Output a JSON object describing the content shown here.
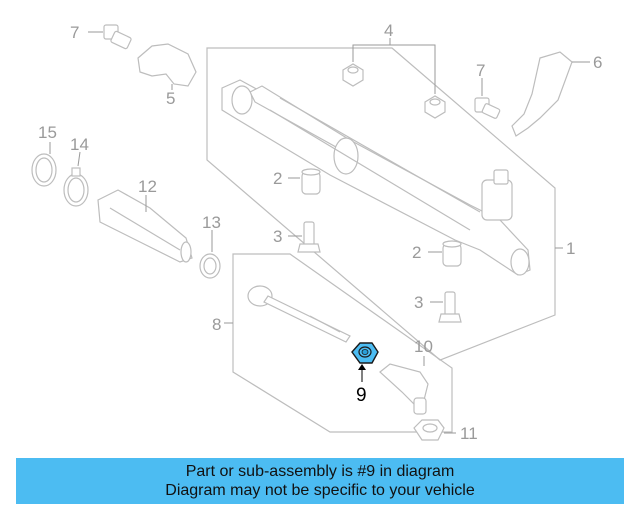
{
  "callouts": {
    "c1": "1",
    "c2a": "2",
    "c2b": "2",
    "c3a": "3",
    "c3b": "3",
    "c4": "4",
    "c5": "5",
    "c6": "6",
    "c7a": "7",
    "c7b": "7",
    "c8": "8",
    "c9": "9",
    "c10": "10",
    "c11": "11",
    "c12": "12",
    "c13": "13",
    "c14": "14",
    "c15": "15"
  },
  "highlight_part": "9",
  "colors": {
    "highlight": "#4cbcf2",
    "banner": "#4cbcf2",
    "line": "#bdbdbd"
  },
  "banner": {
    "line1": "Part or sub-assembly is #9 in diagram",
    "line2": "Diagram may not be specific to your vehicle"
  }
}
